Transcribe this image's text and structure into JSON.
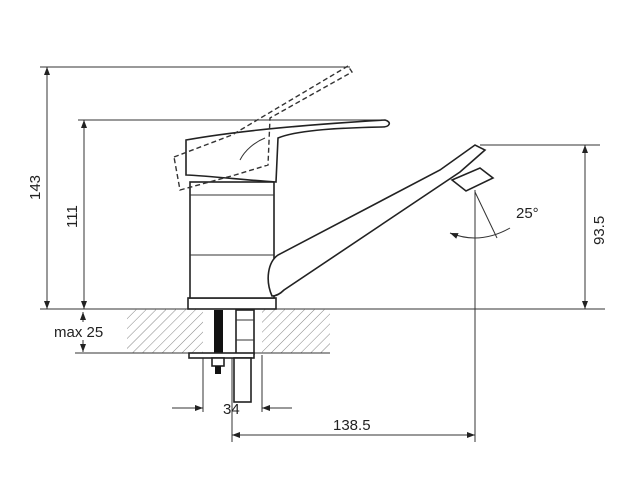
{
  "dimensions": {
    "total_height": "143",
    "body_height": "111",
    "spout_height": "93.5",
    "counter_thickness": "max 25",
    "hole_diameter": "34",
    "spout_reach": "138.5",
    "spout_angle": "25°"
  },
  "colors": {
    "line": "#222222",
    "background": "#ffffff"
  }
}
